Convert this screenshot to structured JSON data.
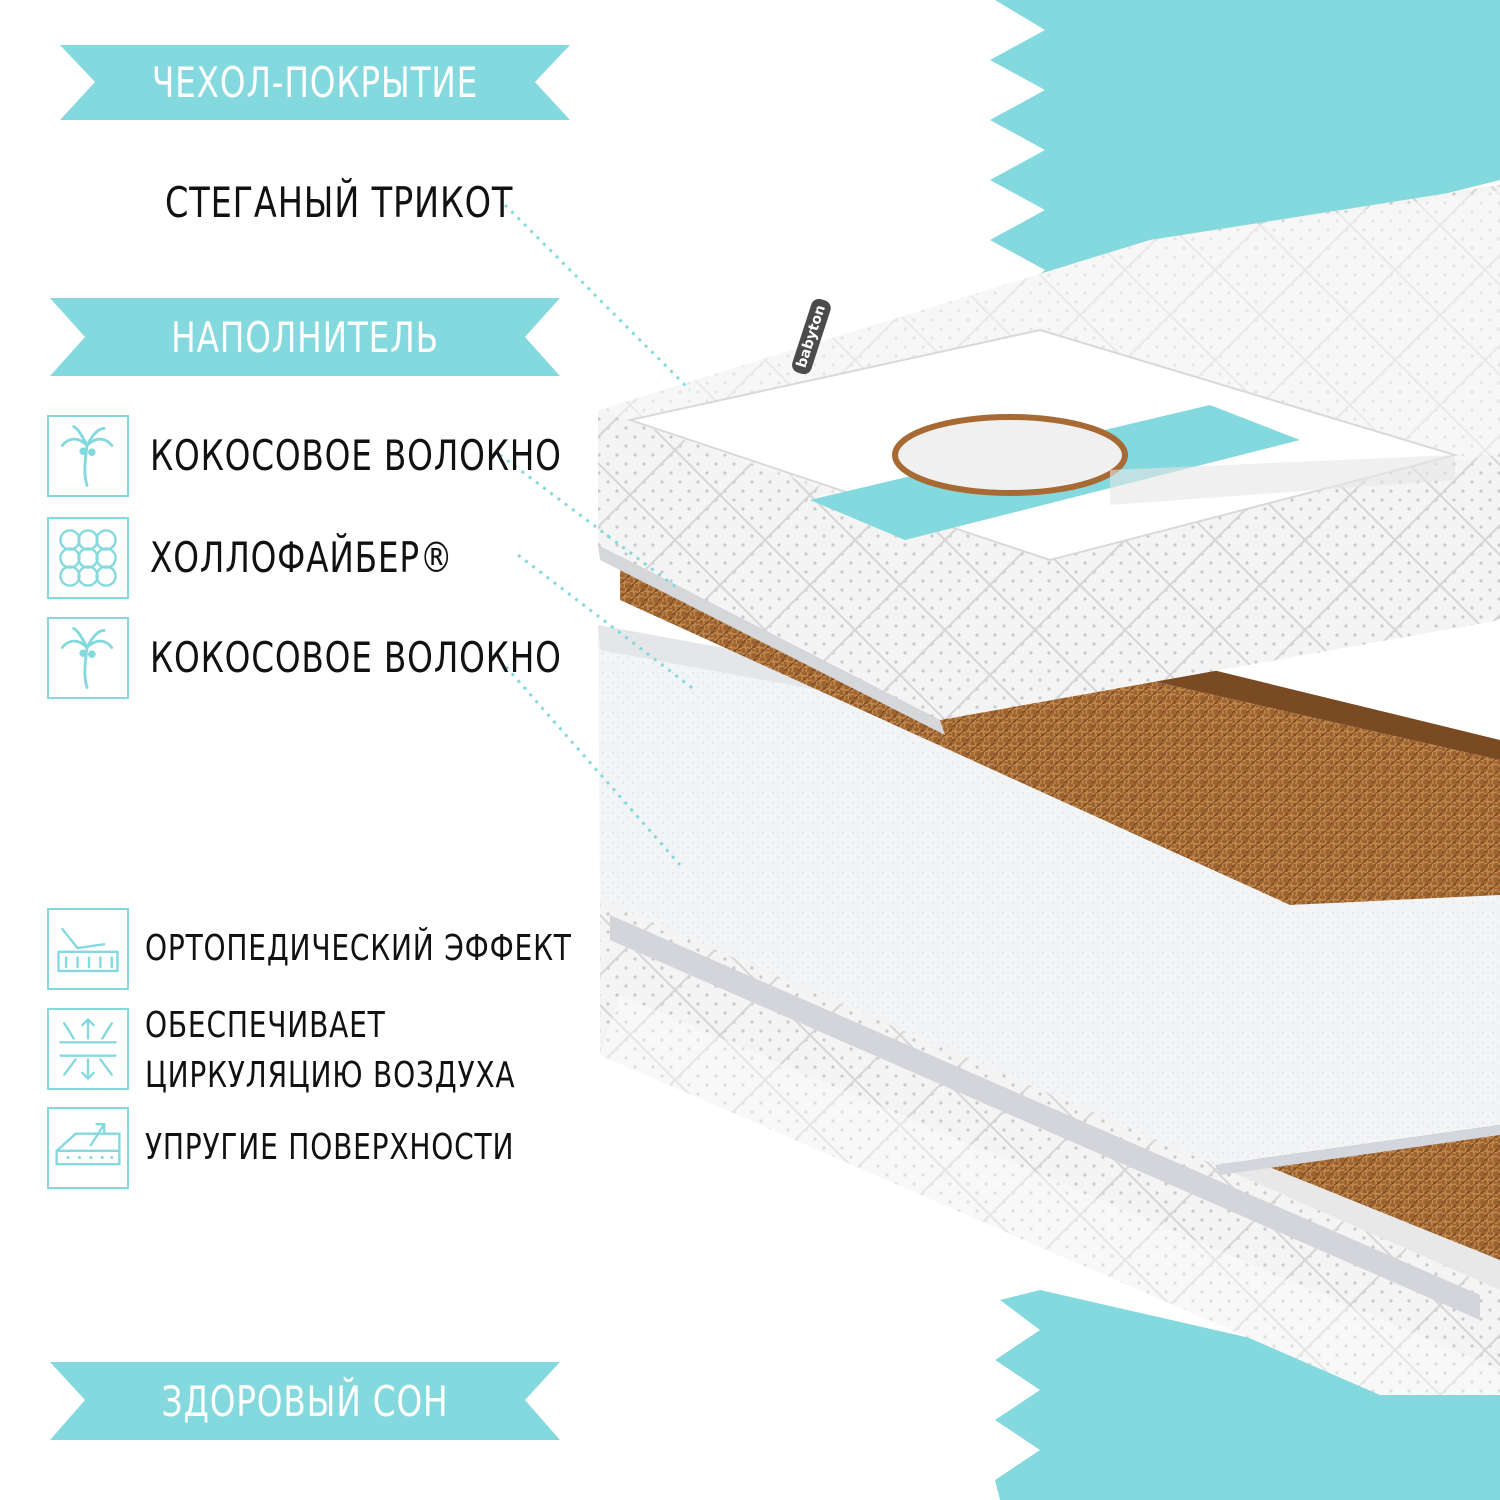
{
  "colors": {
    "accent": "#84d9de",
    "text": "#111111",
    "coconut": "#a86a34",
    "foam": "#f2f3f5"
  },
  "ribbons": {
    "cover": "ЧЕХОЛ-ПОКРЫТИЕ",
    "filler": "НАПОЛНИТЕЛЬ",
    "sleep": "ЗДОРОВЫЙ СОН"
  },
  "cover_text": "СТЕГАНЫЙ ТРИКОТ",
  "fillers": [
    {
      "icon": "palm-tree-icon",
      "label": "КОКОСОВОЕ ВОЛОКНО"
    },
    {
      "icon": "hollofiber-balls-icon",
      "label": "ХОЛЛОФАЙБЕР®"
    },
    {
      "icon": "palm-tree-icon",
      "label": "КОКОСОВОЕ ВОЛОКНО"
    }
  ],
  "features": [
    {
      "icon": "orthopedic-support-icon",
      "label_line1": "ОРТОПЕДИЧЕСКИЙ ЭФФЕКТ"
    },
    {
      "icon": "air-circulation-icon",
      "label_line1": "ОБЕСПЕЧИВАЕТ",
      "label_line2": "ЦИРКУЛЯЦИЮ ВОЗДУХА"
    },
    {
      "icon": "elastic-surface-icon",
      "label_line1": "УПРУГИЕ ПОВЕРХНОСТИ"
    }
  ],
  "product_label": {
    "brand": "babyton"
  }
}
